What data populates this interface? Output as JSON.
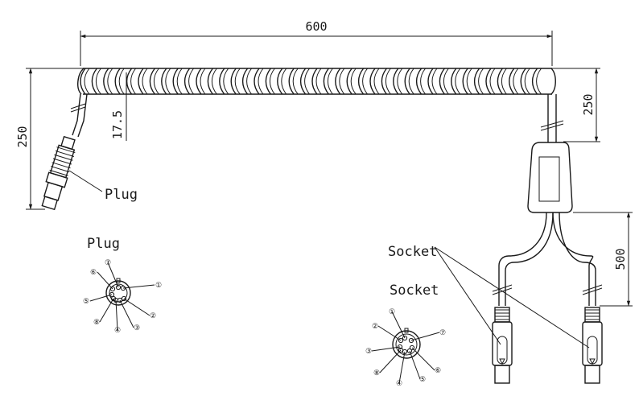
{
  "dimensions": {
    "coil_length": "600",
    "left_height": "250",
    "coil_diameter": "17.5",
    "right_tail": "250",
    "branch_length": "500"
  },
  "labels": {
    "plug_callout": "Plug",
    "plug_face_title": "Plug",
    "socket_callout": "Socket",
    "socket_face_title": "Socket"
  },
  "plug_pins": [
    "①",
    "②",
    "③",
    "④",
    "⑤",
    "⑥",
    "⑦",
    "⑧"
  ],
  "socket_pins": [
    "①",
    "②",
    "③",
    "④",
    "⑤",
    "⑥",
    "⑦",
    "⑧"
  ],
  "colors": {
    "line": "#1a1a1a",
    "background": "#ffffff"
  }
}
